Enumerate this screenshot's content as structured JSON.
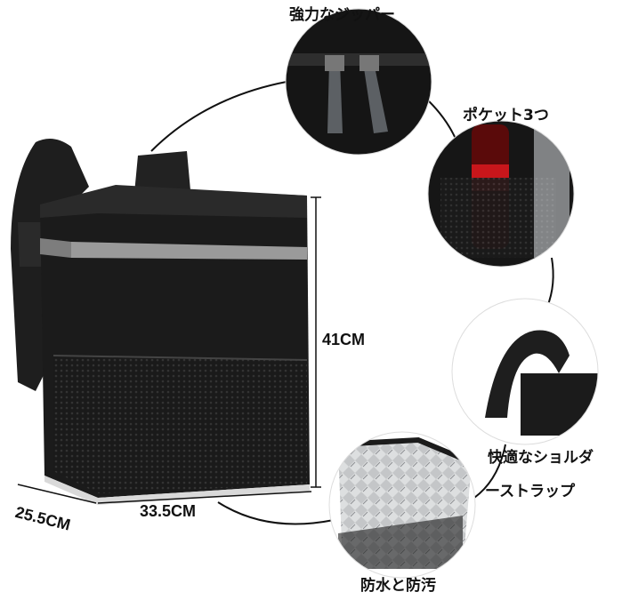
{
  "features": {
    "zipper": "強力なジッパー",
    "pocket": "ポケット3つ",
    "strap_line1": "快適なショルダ",
    "strap_line2": "ーストラップ",
    "waterproof": "防水と防汚"
  },
  "dimensions": {
    "height": "41CM",
    "width": "33.5CM",
    "depth": "25.5CM"
  },
  "colors": {
    "bag": "#1b1b1b",
    "reflective": "#9a9a9a",
    "line": "#111111",
    "foil": "#c9cbcd"
  }
}
